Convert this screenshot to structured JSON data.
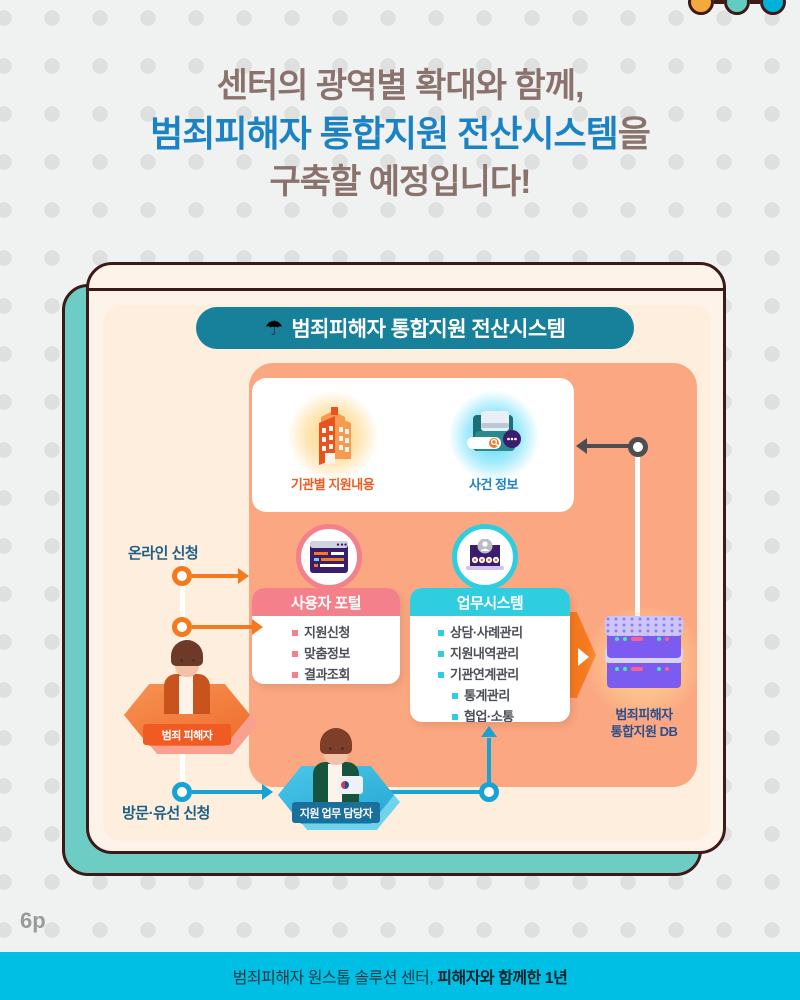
{
  "title": {
    "line1": "센터의 광역별 확대와 함께,",
    "line2_accent": "범죄피해자 통합지원 전산시스템",
    "line2_tail": "을",
    "line3": "구축할 예정입니다!"
  },
  "window": {
    "dots": [
      {
        "name": "dot-orange",
        "color": "#f5a83c"
      },
      {
        "name": "dot-teal",
        "color": "#62ccc0"
      },
      {
        "name": "dot-cyan",
        "color": "#00b2d9"
      }
    ]
  },
  "banner": {
    "icon": "umbrella-icon",
    "glyph": "☂",
    "text": "범죄피해자 통합지원 전산시스템",
    "bg_color": "#17809b"
  },
  "info_card": {
    "items": [
      {
        "icon": "building-icon",
        "label": "기관별 지원내용",
        "color": "#ef5b23"
      },
      {
        "icon": "case-folder-search-icon",
        "label": "사건 정보",
        "color": "#1b83c4"
      }
    ]
  },
  "portal_card": {
    "icon": "browser-window-icon",
    "header": "사용자 포털",
    "header_color": "#f4808c",
    "items": [
      "지원신청",
      "맞춤정보",
      "결과조회"
    ]
  },
  "biz_card": {
    "icon": "laptop-user-icon",
    "header": "업무시스템",
    "header_color": "#2ecde0",
    "items": [
      "상담·사례관리",
      "지원내역관리",
      "기관연계관리",
      "통계관리",
      "협업·소통"
    ]
  },
  "database": {
    "icon": "server-stack-icon",
    "label_line1": "범죄피해자",
    "label_line2": "통합지원 DB",
    "color": "#7c5bf0"
  },
  "flow": {
    "online_label": "온라인 신청",
    "visit_label": "방문·유선 신청",
    "online_color": "#f57a1f",
    "visit_color": "#17a3d6"
  },
  "characters": {
    "victim": {
      "name": "victim-avatar",
      "tag": "범죄 피해자",
      "tag_color": "#ef5b23"
    },
    "staff": {
      "name": "staff-avatar",
      "tag": "지원 업무 담당자",
      "tag_color": "#1b6f9b"
    }
  },
  "page_marker": "6p",
  "bottom_bar": {
    "text_lead": "범죄피해자 원스톱 솔루션 센터, ",
    "text_bold": "피해자와 함께한 1년",
    "bg_color": "#00bfe4"
  }
}
